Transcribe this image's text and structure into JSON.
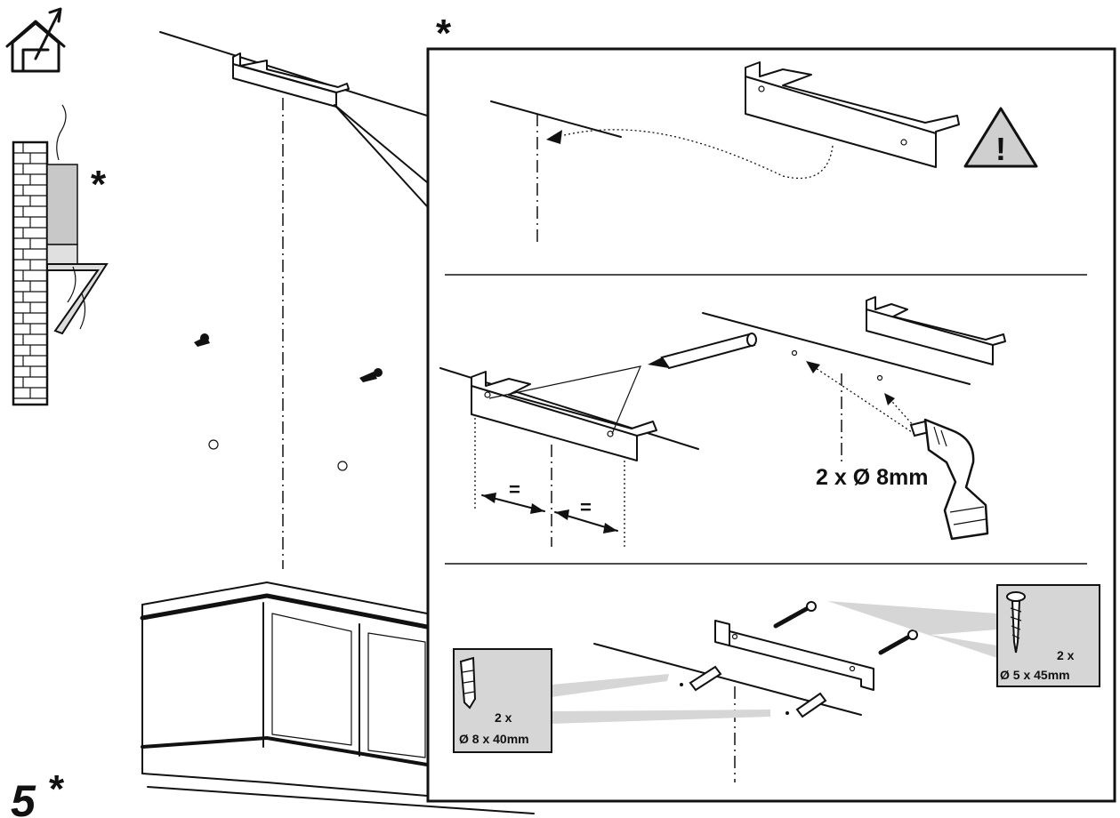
{
  "step": {
    "number": "5",
    "marker": "*"
  },
  "inset_marker": "*",
  "side_marker": "*",
  "icons": {
    "house": "house-vent-icon",
    "warning": "warning-triangle-icon",
    "warning_symbol": "!"
  },
  "panel2": {
    "drill_label": "2 x Ø 8mm",
    "equal_left": "=",
    "equal_right": "="
  },
  "panel3": {
    "plug_qty": "2 x",
    "plug_size": "Ø 8 x 40mm",
    "screw_qty": "2 x",
    "screw_size": "Ø 5 x 45mm"
  },
  "colors": {
    "ink": "#111111",
    "callout_fill": "#d6d6d6",
    "warning_fill": "#cfcfcf",
    "chimney_fill": "#c8c8c8"
  }
}
